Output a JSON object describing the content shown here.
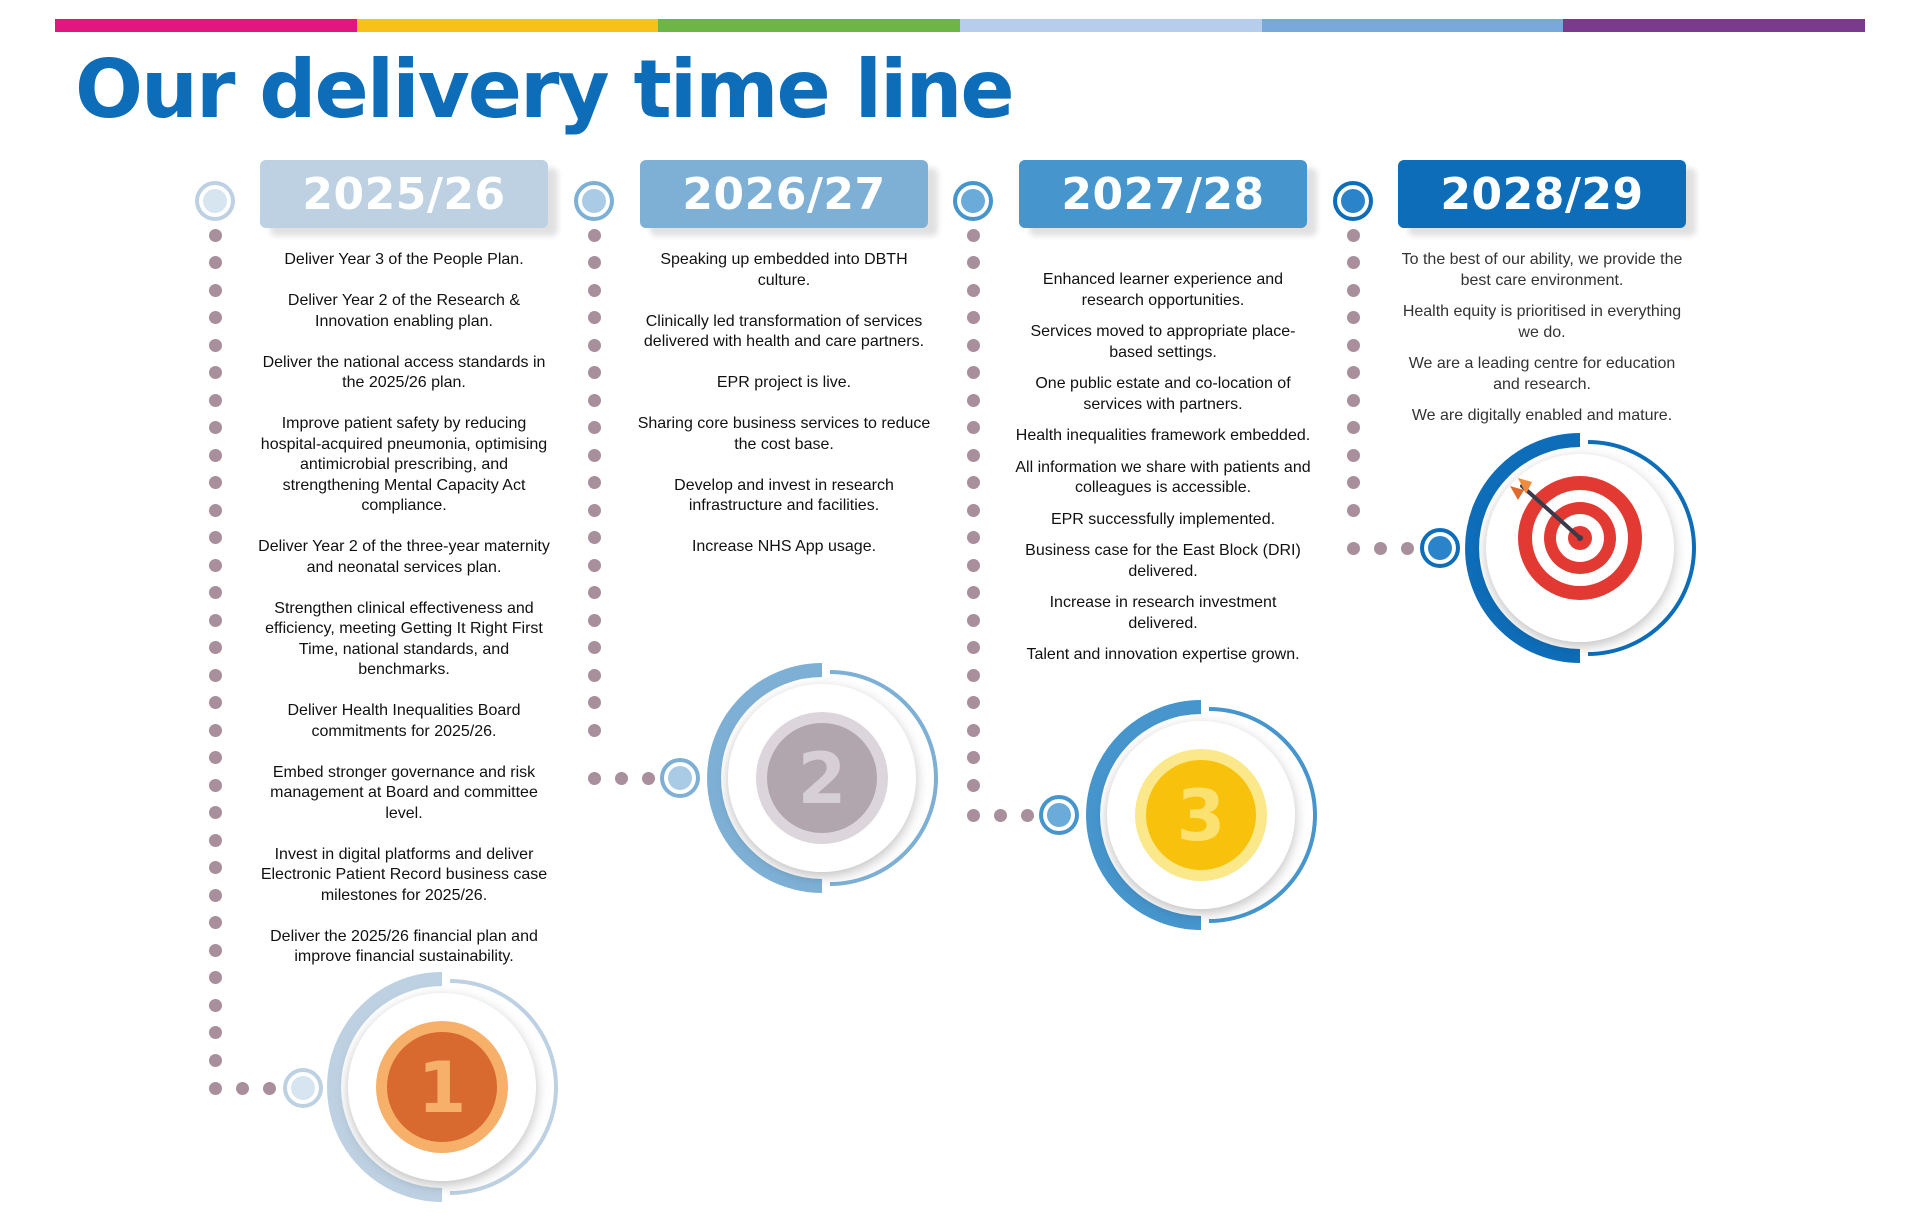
{
  "title": "Our delivery time line",
  "colors": {
    "title": "#0e6db8",
    "bar_segments": [
      "#e0177f",
      "#f7c11a",
      "#6db544",
      "#b6cdec",
      "#79a9dc",
      "#7b3b8c"
    ],
    "tab_2025": "#bdd1e3",
    "tab_2026": "#7eb0d6",
    "tab_2027": "#4695cd",
    "tab_2028": "#0e6db8",
    "dotted_line": "#a88f9b"
  },
  "timeline": [
    {
      "year": "2025/26",
      "badge": "1",
      "items": [
        "Deliver Year 3 of the People Plan.",
        "Deliver Year 2 of the Research & Innovation enabling plan.",
        "Deliver the national access standards in the 2025/26 plan.",
        "Improve patient safety by reducing hospital-acquired pneumonia, optimising antimicrobial prescribing, and strengthening Mental Capacity Act compliance.",
        "Deliver Year 2 of the three-year maternity and neonatal services plan.",
        "Strengthen clinical effectiveness and efficiency, meeting Getting It Right First Time, national standards, and benchmarks.",
        "Deliver Health Inequalities Board commitments for 2025/26.",
        "Embed stronger governance and risk management at Board and committee level.",
        "Invest in digital platforms and deliver Electronic Patient Record business case milestones for 2025/26.",
        "Deliver the 2025/26 financial plan and improve financial sustainability."
      ]
    },
    {
      "year": "2026/27",
      "badge": "2",
      "items": [
        "Speaking up embedded into DBTH culture.",
        "Clinically led transformation of services delivered with health and care partners.",
        "EPR project is live.",
        "Sharing core business services to reduce the cost base.",
        "Develop and invest in research infrastructure and facilities.",
        "Increase NHS App usage."
      ]
    },
    {
      "year": "2027/28",
      "badge": "3",
      "items": [
        "Enhanced learner experience and research opportunities.",
        "Services moved to appropriate place-based settings.",
        "One public estate and co-location of services with partners.",
        "Health inequalities framework embedded.",
        "All information we share with patients and colleagues is accessible.",
        "EPR successfully implemented.",
        "Business case for the East Block (DRI) delivered.",
        "Increase in research investment delivered.",
        "Talent and innovation expertise grown."
      ]
    },
    {
      "year": "2028/29",
      "badge_icon": "target-icon",
      "items": [
        "To the best of our ability, we provide the best care environment.",
        "Health equity is prioritised in everything we do.",
        "We are a leading centre for education and research.",
        "We are digitally enabled and mature."
      ]
    }
  ]
}
